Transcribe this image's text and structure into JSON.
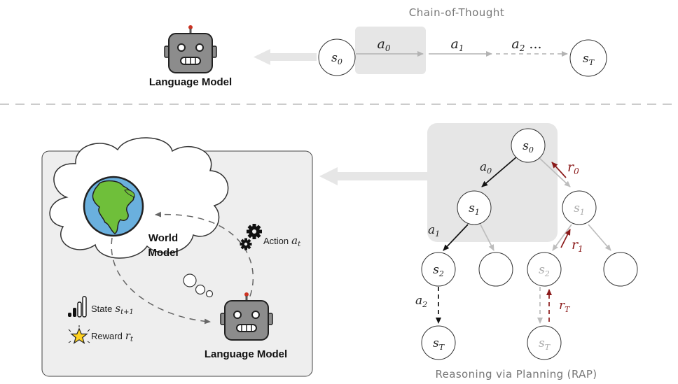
{
  "top": {
    "title": "Chain-of-Thought",
    "lm_label": "Language Model",
    "s0": "s",
    "s0_sub": "0",
    "a0": "a",
    "a0_sub": "0",
    "a1": "a",
    "a1_sub": "1",
    "a2": "a",
    "a2_sub": "2",
    "a2_ellipsis": " ...",
    "sT": "s",
    "sT_sub": "T"
  },
  "bottom": {
    "title": "Reasoning via Planning (RAP)",
    "world_model_line1": "World",
    "world_model_line2": "Model",
    "lm_label": "Language Model",
    "action_label": "Action",
    "action_var": "a",
    "action_sub": "t",
    "state_label": "State",
    "state_var": "s",
    "state_sub": "t+1",
    "reward_label": "Reward",
    "reward_var": "r",
    "reward_sub": "t",
    "nodes": {
      "s0": {
        "v": "s",
        "sub": "0"
      },
      "s1_left": {
        "v": "s",
        "sub": "1"
      },
      "s1_right": {
        "v": "s",
        "sub": "1"
      },
      "s2_left": {
        "v": "s",
        "sub": "2"
      },
      "s2_right": {
        "v": "s",
        "sub": "2"
      },
      "sT_left": {
        "v": "s",
        "sub": "T"
      },
      "sT_right": {
        "v": "s",
        "sub": "T"
      }
    },
    "edges": {
      "a0": {
        "v": "a",
        "sub": "0"
      },
      "a1": {
        "v": "a",
        "sub": "1"
      },
      "a2": {
        "v": "a",
        "sub": "2"
      },
      "r0": {
        "v": "r",
        "sub": "0"
      },
      "r1": {
        "v": "r",
        "sub": "1"
      },
      "rT": {
        "v": "r",
        "sub": "T"
      }
    }
  },
  "colors": {
    "reward_red": "#8b1a1a",
    "gray_text": "#666666",
    "panel_gray": "#eeeeee",
    "highlight_gray": "#e6e6e6",
    "robot_head": "#8c8c8c",
    "globe_blue": "#6ab0de",
    "land_green": "#6fbf3a",
    "star_yellow": "#ffd21f"
  },
  "icons": [
    "robot-icon",
    "globe-icon",
    "gears-icon",
    "signal-bars-icon",
    "star-icon",
    "cloud-icon"
  ]
}
